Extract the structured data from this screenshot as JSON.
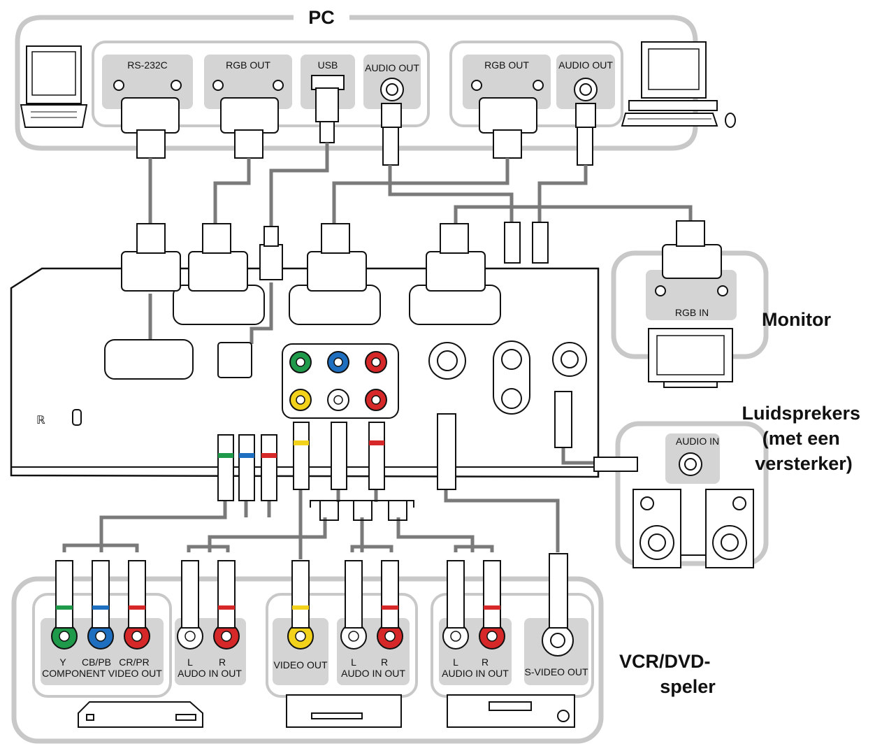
{
  "groups": {
    "pc": "PC",
    "monitor": "Monitor",
    "speakers": "Luidsprekers\n(met een\nversterker)",
    "vcr": "VCR/DVD-\nspeler"
  },
  "pc_ports": {
    "rs232c": "RS-232C",
    "rgb_out_1": "RGB OUT",
    "usb": "USB",
    "audio_out_1": "AUDIO OUT",
    "rgb_out_2": "RGB OUT",
    "audio_out_2": "AUDIO OUT"
  },
  "monitor_ports": {
    "rgb_in": "RGB IN"
  },
  "speaker_ports": {
    "audio_in": "AUDIO IN"
  },
  "vcr_ports": {
    "component": {
      "y": "Y",
      "cb_pb": "CB/PB",
      "cr_pr": "CR/PR",
      "caption": "COMPONENT VIDEO OUT"
    },
    "audio_1": {
      "l": "L",
      "r": "R",
      "caption": "AUDO IN OUT"
    },
    "video_out": "VIDEO OUT",
    "audio_2": {
      "l": "L",
      "r": "R",
      "caption": "AUDO IN OUT"
    },
    "audio_3": {
      "l": "L",
      "r": "R",
      "caption": "AUDIO IN OUT"
    },
    "s_video_out": "S-VIDEO OUT"
  },
  "colors": {
    "green": "#1f9a4a",
    "blue": "#1f6fc0",
    "red": "#d62828",
    "yellow": "#f2d21b",
    "white": "#ffffff",
    "panel": "#c8c8c8",
    "port_bg": "#d4d4d4"
  },
  "icons": [
    "laptop-icon",
    "desktop-pc-icon",
    "monitor-icon",
    "speaker-icon",
    "vcr-icon",
    "dvd-player-icon",
    "projector-icon"
  ]
}
